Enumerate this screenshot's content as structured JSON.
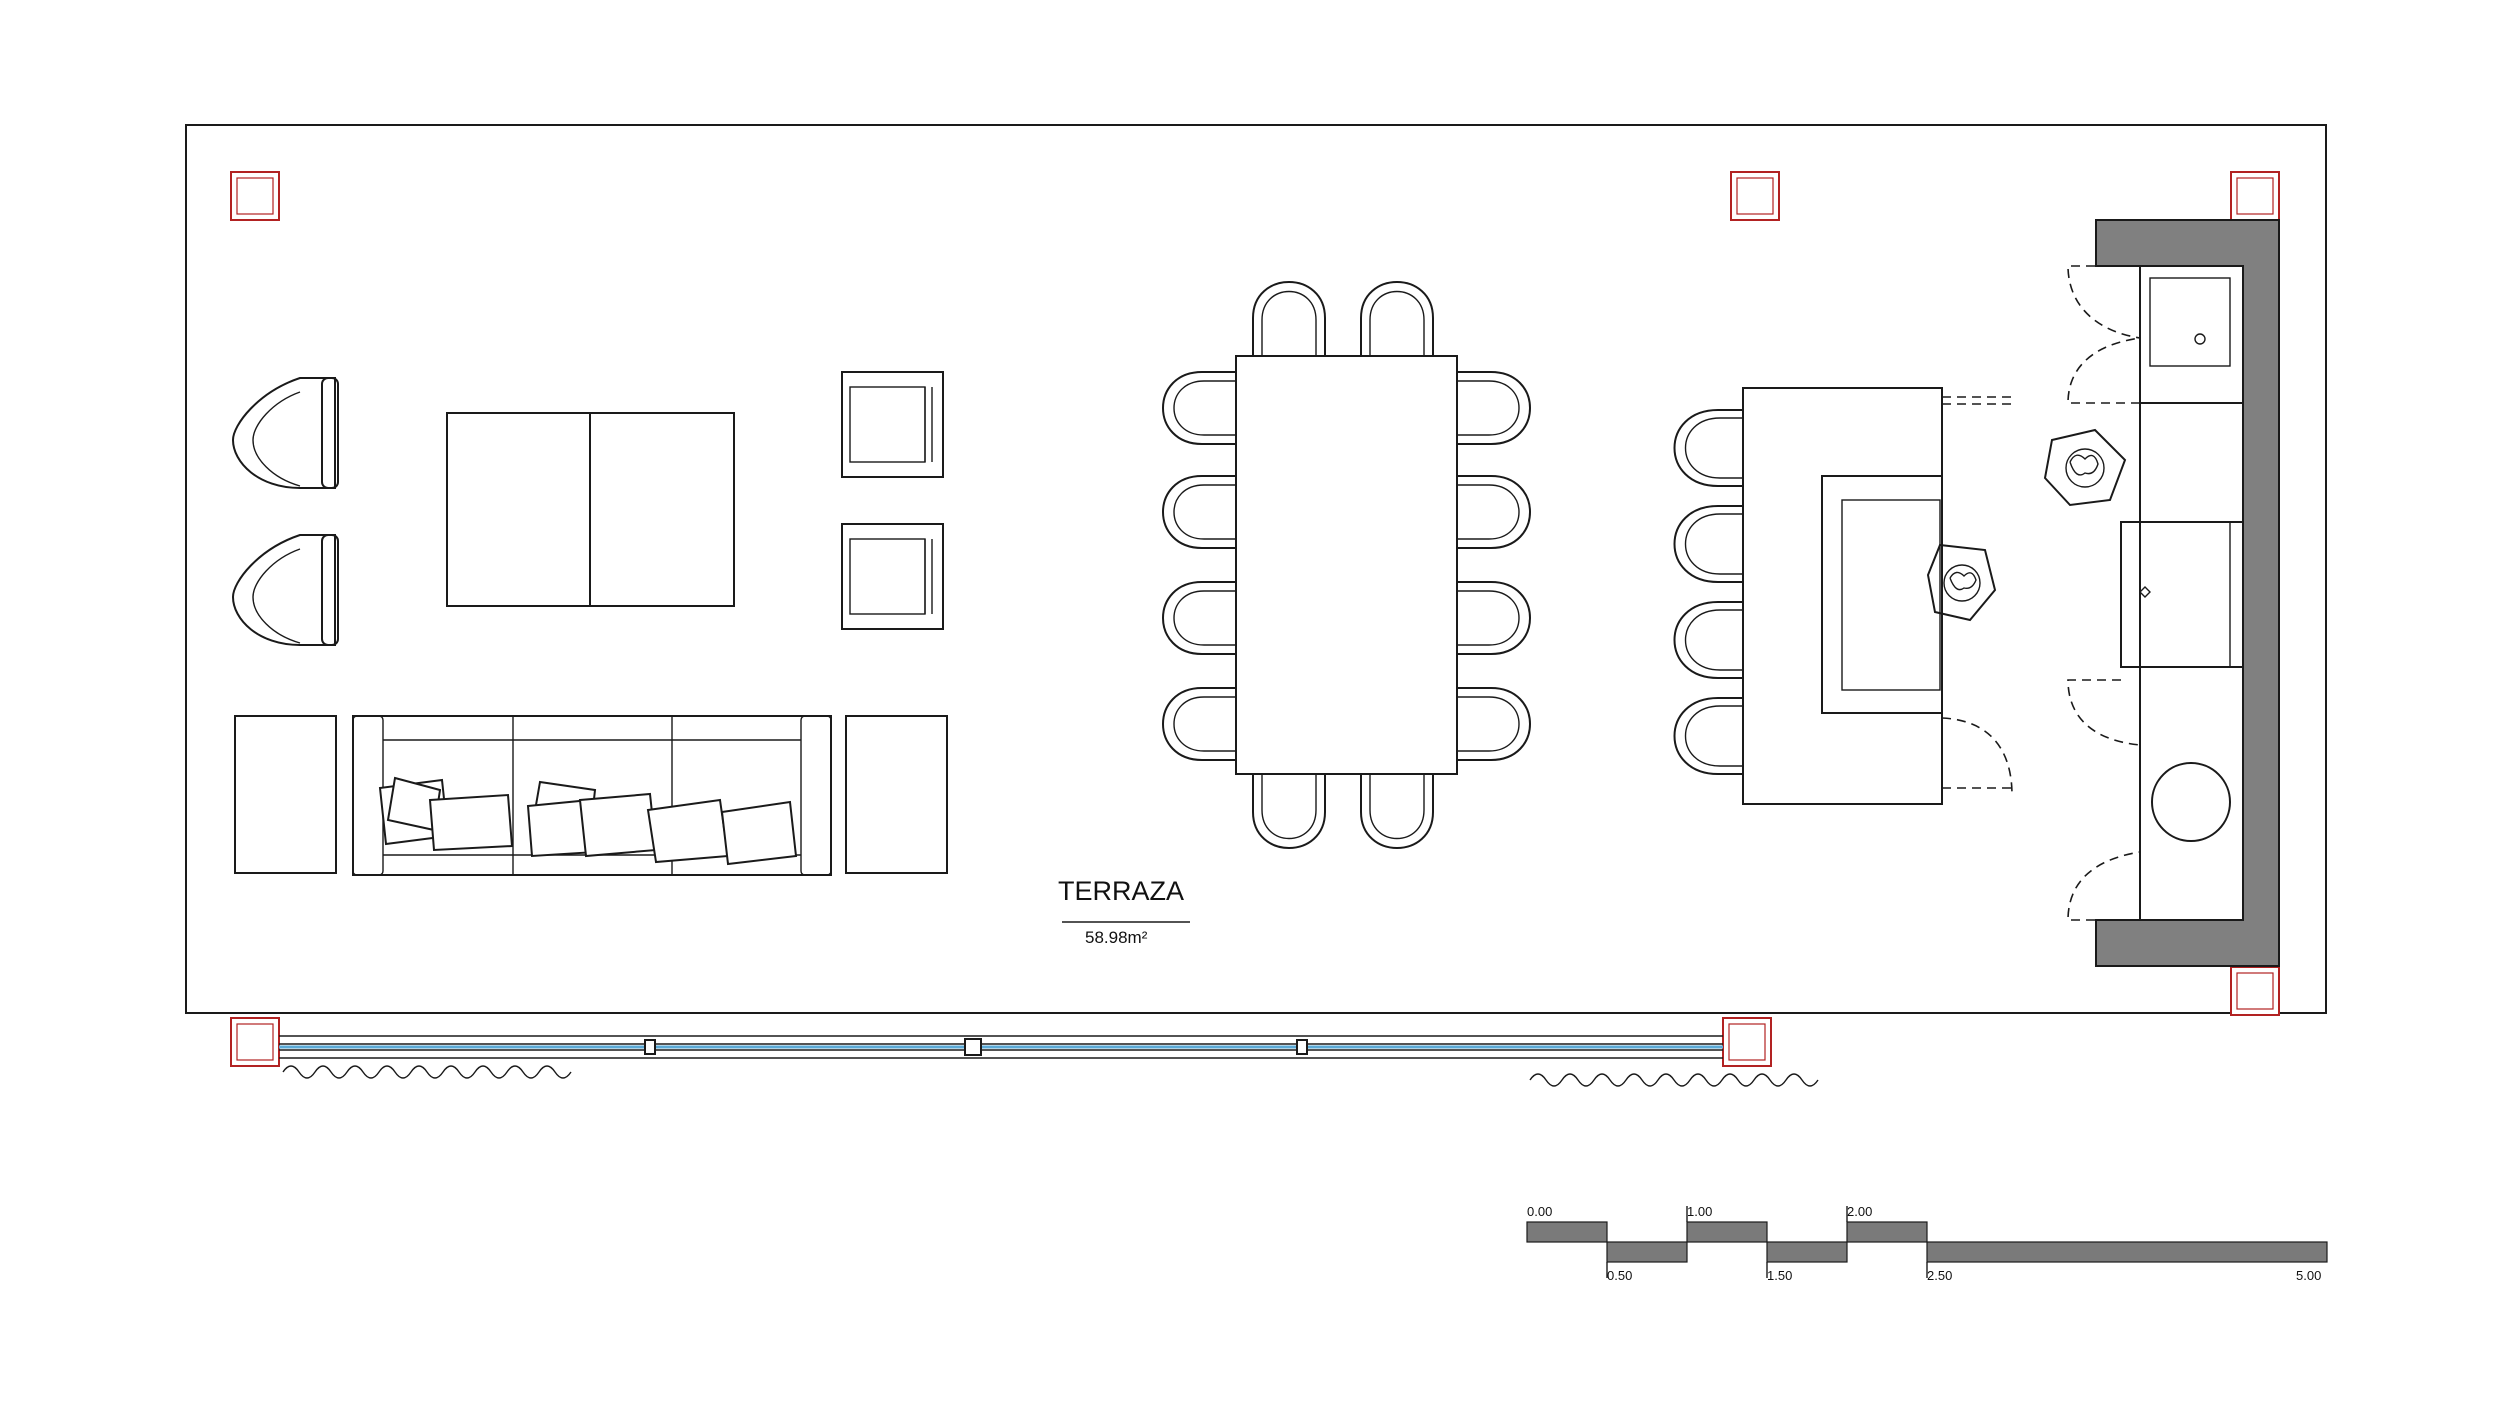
{
  "room": {
    "name": "TERRAZA",
    "area": "58.98m²"
  },
  "scale_bar": {
    "labels_top": [
      "0.00",
      "1.00",
      "2.00"
    ],
    "labels_bottom": [
      "0.50",
      "1.50",
      "2.50",
      "5.00"
    ]
  },
  "colors": {
    "line": "#1a1a1a",
    "column": "#b22222",
    "counter_fill": "#808080",
    "glass": "#5aa9d6",
    "scale_fill": "#7a7a7a"
  }
}
